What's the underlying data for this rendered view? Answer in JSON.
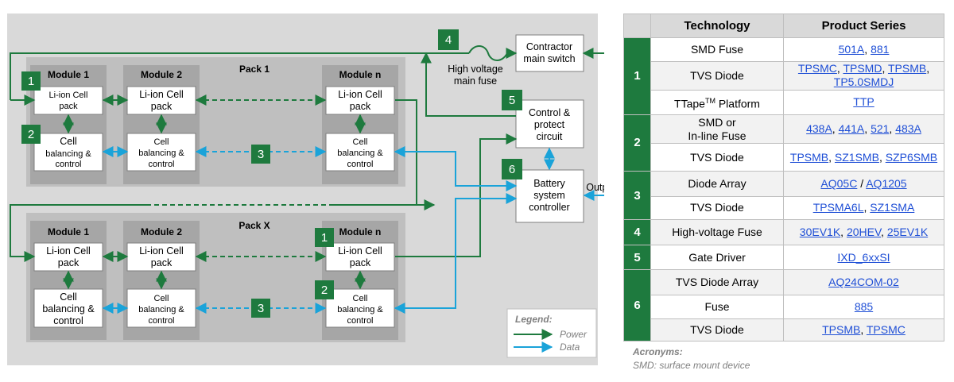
{
  "diagram": {
    "pack1_title": "Pack 1",
    "packx_title": "Pack X",
    "module1": "Module 1",
    "module2": "Module 2",
    "modulen": "Module n",
    "li_ion_line1": "Li-ion Cell",
    "li_ion_line2": "pack",
    "cell_line1": "Cell",
    "cell_line2": "balancing &",
    "cell_line3": "control",
    "fuse_line1": "High voltage",
    "fuse_line2": "main fuse",
    "contractor_line1": "Contractor",
    "contractor_line2": "main switch",
    "control_line1": "Control &",
    "control_line2": "protect",
    "control_line3": "circuit",
    "bsc_line1": "Battery",
    "bsc_line2": "system",
    "bsc_line3": "controller",
    "output_label": "Output",
    "badges": {
      "b1": "1",
      "b2": "2",
      "b3": "3",
      "b4": "4",
      "b5": "5",
      "b6": "6"
    },
    "legend": {
      "title": "Legend:",
      "power": "Power",
      "data": "Data"
    },
    "colors": {
      "power": "#1e7a3e",
      "data": "#1aa3d9",
      "panel": "#d9d9d9",
      "pack": "#bfbfbf"
    }
  },
  "table": {
    "col_technology": "Technology",
    "col_series": "Product Series",
    "groups": [
      {
        "id": "1",
        "rows": [
          {
            "tech": "SMD Fuse",
            "series": [
              "501A",
              "881"
            ]
          },
          {
            "tech": "TVS Diode",
            "series": [
              "TPSMC",
              "TPSMD",
              "TPSMB",
              "TP5.0SMDJ"
            ]
          },
          {
            "tech_main": "TTape",
            "tech_sup": "TM",
            "tech_rest": " Platform",
            "series": [
              "TTP"
            ]
          }
        ]
      },
      {
        "id": "2",
        "rows": [
          {
            "tech_l1": "SMD or",
            "tech_l2": "In-line Fuse",
            "series": [
              "438A",
              "441A",
              "521",
              "483A"
            ]
          },
          {
            "tech": "TVS Diode",
            "series": [
              "TPSMB",
              "SZ1SMB",
              "SZP6SMB"
            ]
          }
        ]
      },
      {
        "id": "3",
        "rows": [
          {
            "tech": "Diode Array",
            "series": [
              "AQ05C",
              "AQ1205"
            ],
            "sep": " / "
          },
          {
            "tech": "TVS Diode",
            "series": [
              "TPSMA6L",
              "SZ1SMA"
            ]
          }
        ]
      },
      {
        "id": "4",
        "rows": [
          {
            "tech": "High-voltage Fuse",
            "series": [
              "30EV1K",
              "20HEV",
              "25EV1K"
            ]
          }
        ]
      },
      {
        "id": "5",
        "rows": [
          {
            "tech": "Gate Driver",
            "series": [
              "IXD_6xxSI"
            ]
          }
        ]
      },
      {
        "id": "6",
        "rows": [
          {
            "tech": "TVS Diode Array",
            "series": [
              "AQ24COM-02"
            ]
          },
          {
            "tech": "Fuse",
            "series": [
              "885"
            ]
          },
          {
            "tech": "TVS Diode",
            "series": [
              "TPSMB",
              "TPSMC"
            ]
          }
        ]
      }
    ]
  },
  "acronyms": {
    "title": "Acronyms:",
    "line": "SMD: surface mount device"
  }
}
